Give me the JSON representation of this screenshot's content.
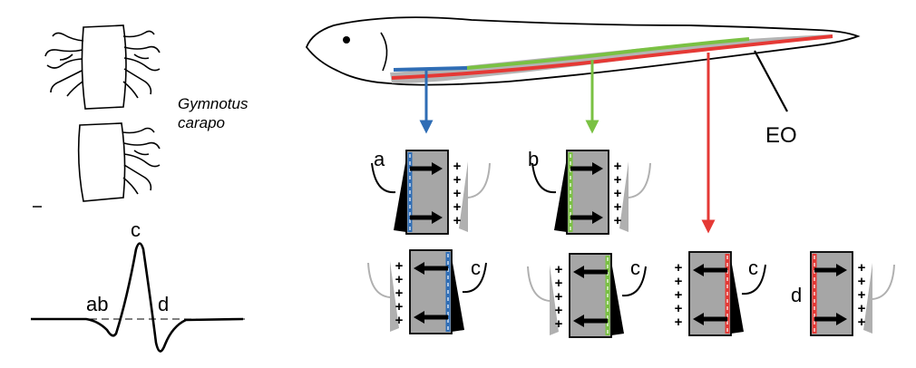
{
  "species": {
    "line1": "Gymnotus",
    "line2": "carapo"
  },
  "labels": {
    "eo": "EO",
    "waveform_c": "c",
    "waveform_ab": "ab",
    "waveform_d": "d",
    "panel_a": "a",
    "panel_b": "b",
    "panel_c": "c",
    "panel_d": "d",
    "plus": "+"
  },
  "colors": {
    "blue": "#2f6db5",
    "green": "#7ac143",
    "red": "#e53935",
    "cell_fill": "#a6a6a6",
    "organ_band": "#b4b4b4",
    "gray_nerve": "#b0b0b0"
  }
}
